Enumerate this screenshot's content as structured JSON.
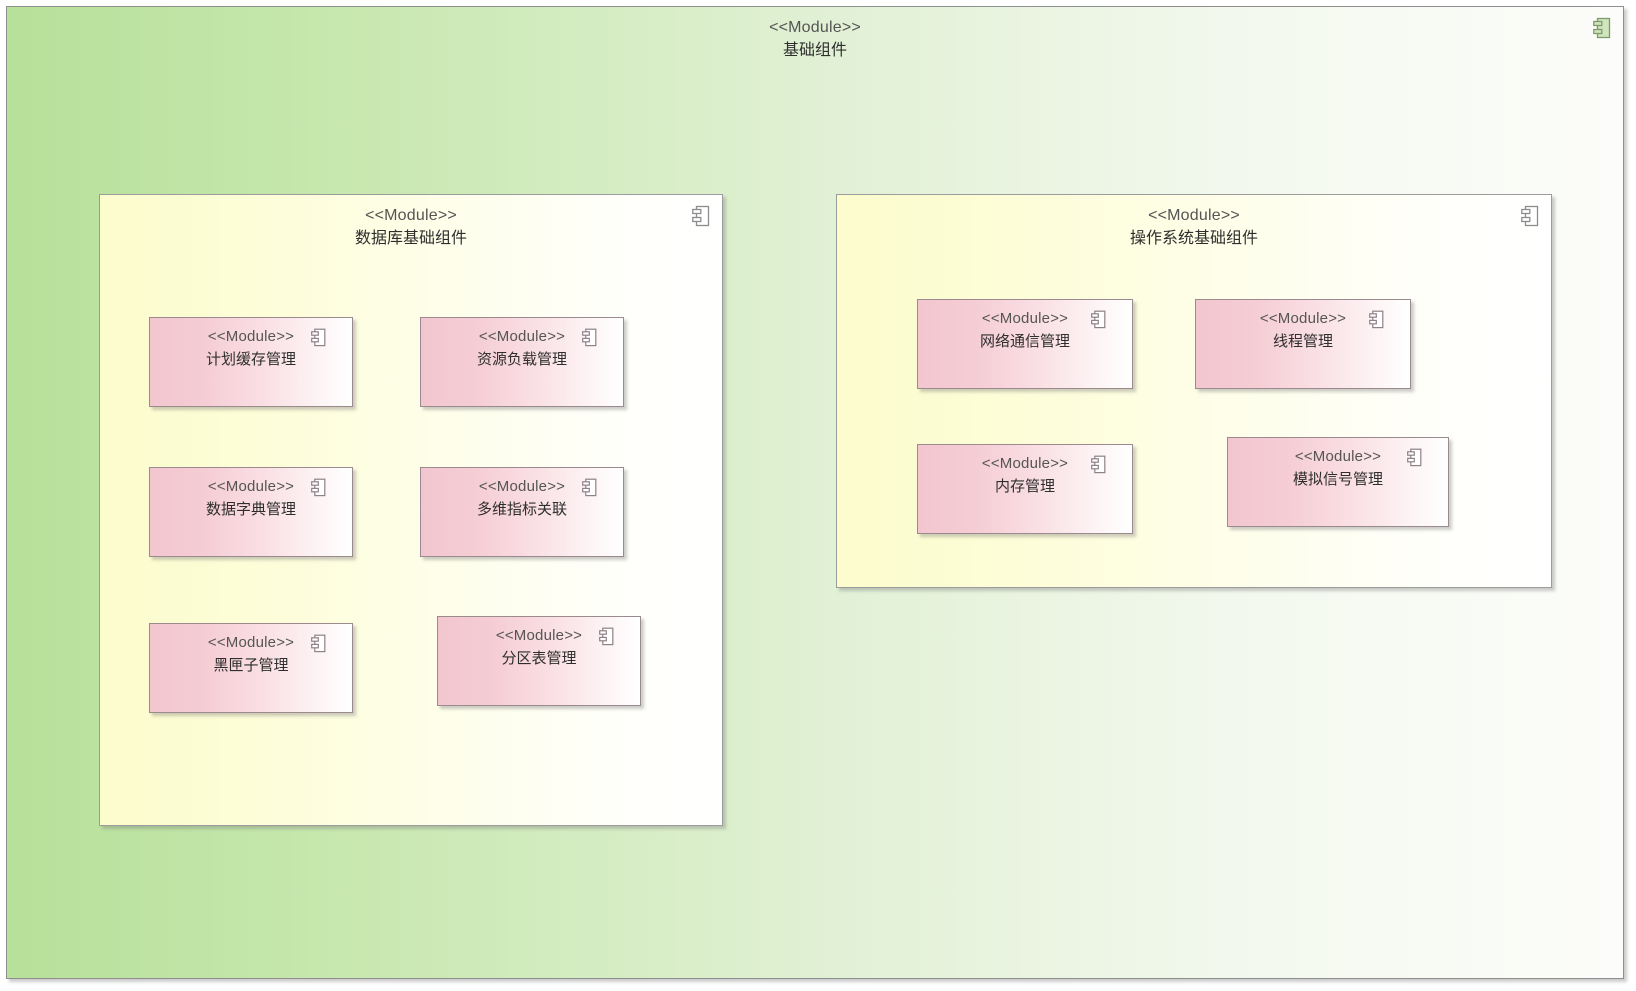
{
  "diagram": {
    "type": "uml-component-diagram",
    "stereotype_label": "<<Module>>",
    "colors": {
      "outer_fill_start": "#b7e09a",
      "outer_fill_end": "#fcfdfa",
      "submodule_fill_start": "#fcfccd",
      "submodule_fill_end": "#ffffff",
      "component_fill_start": "#f3c6cf",
      "component_fill_end": "#ffffff",
      "border": "#9a9a9a",
      "component_border": "#9b8a8e",
      "text": "#2e2e2e"
    },
    "root": {
      "stereotype": "<<Module>>",
      "name": "基础组件",
      "icon": "component-icon"
    },
    "submodules": [
      {
        "id": "database-basic-components",
        "stereotype": "<<Module>>",
        "name": "数据库基础组件",
        "icon": "component-icon",
        "components": [
          {
            "id": "plan-cache-management",
            "stereotype": "<<Module>>",
            "name": "计划缓存管理",
            "icon": "component-icon"
          },
          {
            "id": "resource-load-management",
            "stereotype": "<<Module>>",
            "name": "资源负载管理",
            "icon": "component-icon"
          },
          {
            "id": "data-dictionary-management",
            "stereotype": "<<Module>>",
            "name": "数据字典管理",
            "icon": "component-icon"
          },
          {
            "id": "multidimensional-metric-link",
            "stereotype": "<<Module>>",
            "name": "多维指标关联",
            "icon": "component-icon"
          },
          {
            "id": "black-box-management",
            "stereotype": "<<Module>>",
            "name": "黑匣子管理",
            "icon": "component-icon"
          },
          {
            "id": "partition-table-management",
            "stereotype": "<<Module>>",
            "name": "分区表管理",
            "icon": "component-icon"
          }
        ]
      },
      {
        "id": "operating-system-basic-components",
        "stereotype": "<<Module>>",
        "name": "操作系统基础组件",
        "icon": "component-icon",
        "components": [
          {
            "id": "network-communication-management",
            "stereotype": "<<Module>>",
            "name": "网络通信管理",
            "icon": "component-icon"
          },
          {
            "id": "thread-management",
            "stereotype": "<<Module>>",
            "name": "线程管理",
            "icon": "component-icon"
          },
          {
            "id": "memory-management",
            "stereotype": "<<Module>>",
            "name": "内存管理",
            "icon": "component-icon"
          },
          {
            "id": "analog-signal-management",
            "stereotype": "<<Module>>",
            "name": "模拟信号管理",
            "icon": "component-icon"
          }
        ]
      }
    ]
  }
}
